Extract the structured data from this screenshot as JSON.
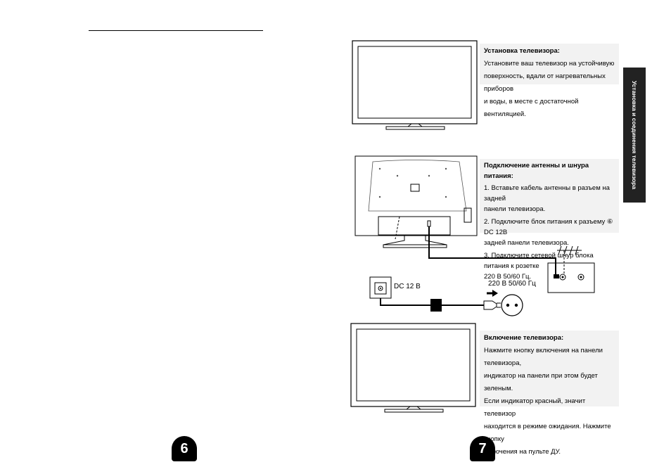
{
  "sections": {
    "install": {
      "heading": "Установка телевизора:",
      "body": [
        "Установите ваш телевизор  на устойчивую",
        "поверхность, вдали от нагревательных приборов",
        "и воды, в месте с достаточной вентиляцией."
      ]
    },
    "connect": {
      "heading": "Подключение антенны и шнура питания:",
      "step1": [
        "1. Вставьте кабель антенны в разъем на задней",
        "панели телевизора."
      ],
      "step2": [
        "2. Подключите блок питания к разъему ⑥ DC 12В",
        "задней панели телевизора."
      ],
      "step3": [
        "3. Подключите сетевой шнур блока питания к розетке",
        "220 В  50/60 Гц."
      ]
    },
    "power_on": {
      "heading": "Включение телевизора:",
      "body": [
        "Нажмите кнопку включения на панели телевизора,",
        "индикатор на панели при этом будет зеленым.",
        "Если индикатор красный, значит телевизор",
        "находится в режиме ожидания. Нажмите кнопку",
        "включения на пульте ДУ."
      ]
    }
  },
  "side_tab": "Установка и соединения телевизора",
  "diagram_labels": {
    "dc_label": "DC 12 В",
    "mains_label": "220 В  50/60 Гц"
  },
  "page_numbers": {
    "left": "6",
    "right": "7"
  },
  "colors": {
    "tab_bg": "#222222",
    "text_bg": "#f2f2f2"
  }
}
